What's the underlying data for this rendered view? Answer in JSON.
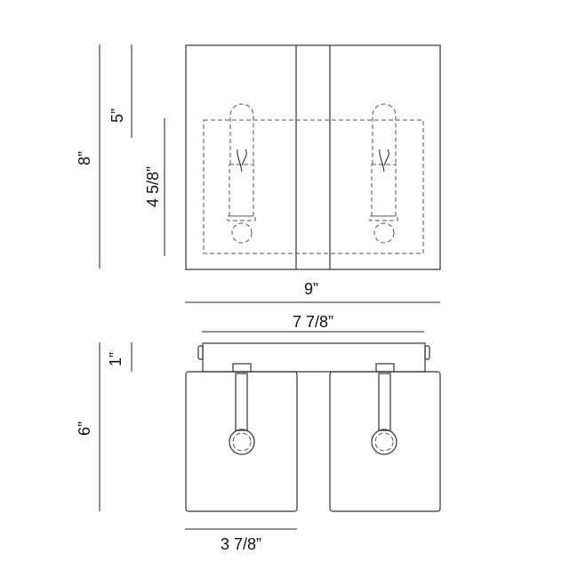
{
  "front_view": {
    "height_overall": "8”",
    "height_shade": "5”",
    "height_glass": "4 5/8”"
  },
  "width_dimensions": {
    "overall": "9”",
    "canopy": "7 7/8”"
  },
  "bottom_view": {
    "canopy_depth": "1”",
    "depth_overall": "6”",
    "shade_width": "3 7/8”"
  }
}
